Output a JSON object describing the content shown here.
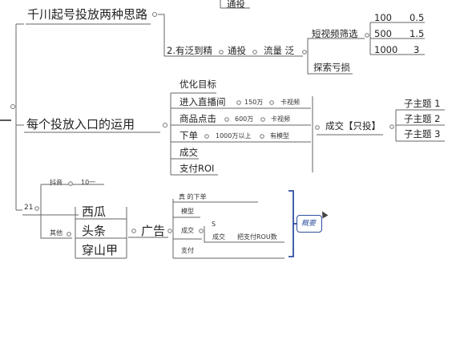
{
  "nodes": {
    "title1": "千川起号投放两种思路",
    "top_cut": "通投",
    "b2": "2.有泛到精",
    "b2_tongtou": "通投",
    "b2_liuliang": "流量 泛",
    "duanshipin": "短视频筛选",
    "r100": "100",
    "r100v": "0.5",
    "r500": "500",
    "r500v": "1.5",
    "r1000": "1000",
    "r1000v": "3",
    "tansuo": "探索亏损",
    "title2": "每个投放入口的运用",
    "youhua": "优化目标",
    "jinru": "进入直播间",
    "jinru_n": "150万",
    "jinru_t": "卡视频",
    "shangpin": "商品点击",
    "shangpin_n": "600万",
    "shangpin_t": "卡视频",
    "xiadan": "下单",
    "xiadan_n": "1000万以上",
    "xiadan_t": "有模型",
    "chengjiao": "成交",
    "zhifu": "支付ROI",
    "chengjiao_only": "成交【只投】",
    "sub1": "子主题 1",
    "sub2": "子主题 2",
    "sub3": "子主题 3",
    "n21": "21",
    "douyin": "抖音",
    "douyin_n": "10一",
    "qita": "其他",
    "xigua": "西瓜",
    "toutiao": "头条",
    "chuanshanjia": "穿山甲",
    "guanggao": "广告",
    "zhende": "真 的下单",
    "moxing": "模型",
    "chengjiao2": "成交",
    "s_mark": "S",
    "chengjiao3": "成交",
    "roi_text": "把支付ROU数",
    "zhifu2": "支付",
    "gaiyao": "概要"
  }
}
